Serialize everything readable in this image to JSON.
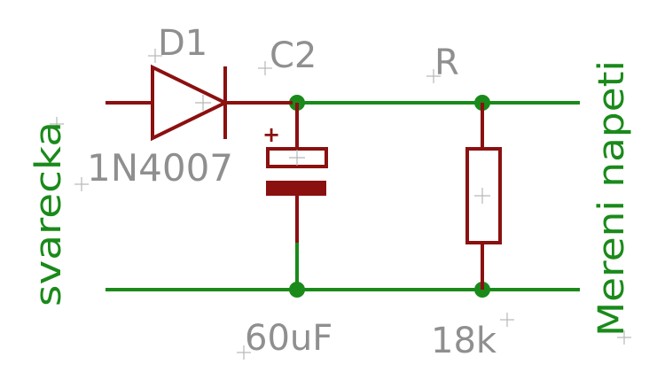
{
  "diagram": {
    "components": {
      "diode": {
        "name": "D1",
        "value": "1N4007"
      },
      "capacitor": {
        "name": "C2",
        "value": "60uF",
        "polarity": "+"
      },
      "resistor": {
        "name": "R",
        "value": "18k"
      }
    },
    "nets": {
      "input": "svarecka",
      "output": "Mereni napeti"
    },
    "colors": {
      "wire": "#1a8a1a",
      "component": "#8b1010",
      "label": "#8f8f8f",
      "background": "#ffffff"
    }
  }
}
